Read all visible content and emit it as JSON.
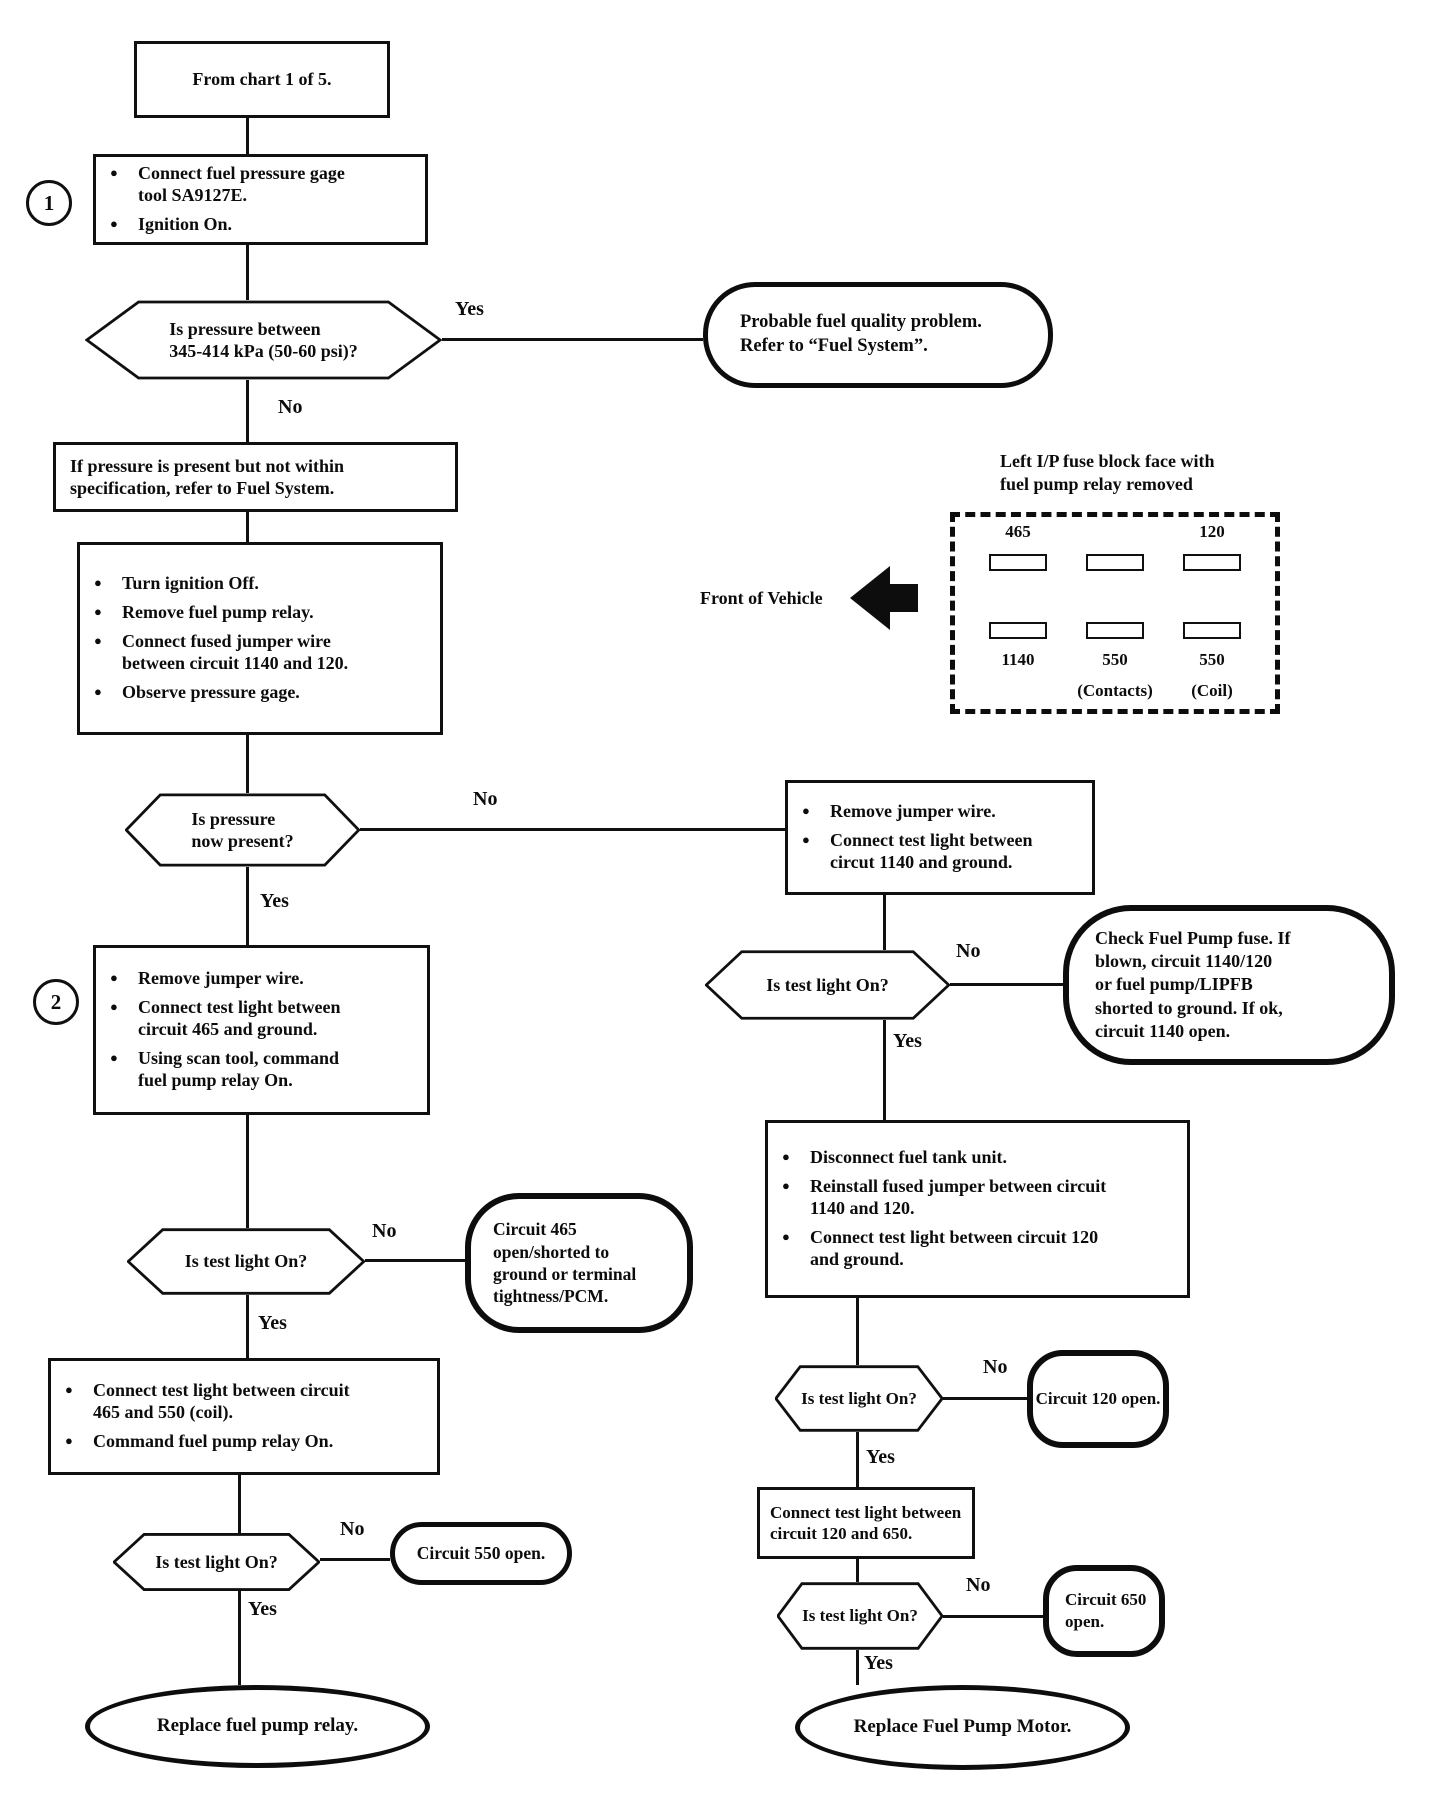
{
  "labels": {
    "yes": "Yes",
    "no": "No"
  },
  "markers": {
    "one": "1",
    "two": "2"
  },
  "fuse_block": {
    "title": "Left I/P fuse block face with\nfuel pump relay removed",
    "front_label": "Front of Vehicle",
    "top_labels": [
      "465",
      "",
      "120"
    ],
    "bottom_labels": [
      "1140",
      "550",
      "550"
    ],
    "bottom_sublabels": [
      "",
      "(Contacts)",
      "(Coil)"
    ]
  },
  "nodes": {
    "from_chart": "From chart 1 of 5.",
    "step1": [
      "Connect fuel pressure gage tool SA9127E.",
      "Ignition On."
    ],
    "d_pressure_range": "Is pressure between\n345-414 kPa (50-60 psi)?",
    "fuel_quality": "Probable fuel quality problem.\nRefer to “Fuel System”.",
    "pressure_note": "If pressure is present but not within\nspecification, refer to Fuel System.",
    "jumper_procedure": [
      "Turn ignition Off.",
      "Remove fuel pump relay.",
      "Connect fused jumper wire between circuit 1140 and 120.",
      "Observe pressure gage."
    ],
    "d_pressure_now": "Is pressure\nnow present?",
    "remove_jumper_right": [
      "Remove jumper wire.",
      "Connect test light between circut 1140 and ground."
    ],
    "step2": [
      "Remove jumper wire.",
      "Connect test light between circuit 465 and ground.",
      "Using scan tool, command fuel pump relay On."
    ],
    "d_test_light_465": "Is test light On?",
    "circuit_465": "Circuit 465\nopen/shorted to\nground or terminal\ntightness/PCM.",
    "test_465_550": [
      "Connect test light between circuit 465 and 550 (coil).",
      "Command fuel pump relay On."
    ],
    "d_test_light_550": "Is test light On?",
    "circuit_550": "Circuit 550 open.",
    "replace_relay": "Replace fuel pump relay.",
    "d_test_light_1140": "Is test light On?",
    "check_fuse": "Check Fuel Pump fuse.  If\nblown, circuit 1140/120\nor fuel pump/LIPFB\nshorted to ground.  If ok,\ncircuit  1140 open.",
    "fuel_tank_procedure": [
      "Disconnect fuel tank unit.",
      "Reinstall fused jumper between circuit 1140 and 120.",
      "Connect test light between circuit 120 and ground."
    ],
    "d_test_light_120": "Is test light On?",
    "circuit_120": "Circuit 120 open.",
    "test_120_650": "Connect test light between\ncircuit 120 and 650.",
    "d_test_light_650": "Is test light On?",
    "circuit_650": "Circuit 650\nopen.",
    "replace_motor": "Replace Fuel Pump Motor."
  }
}
